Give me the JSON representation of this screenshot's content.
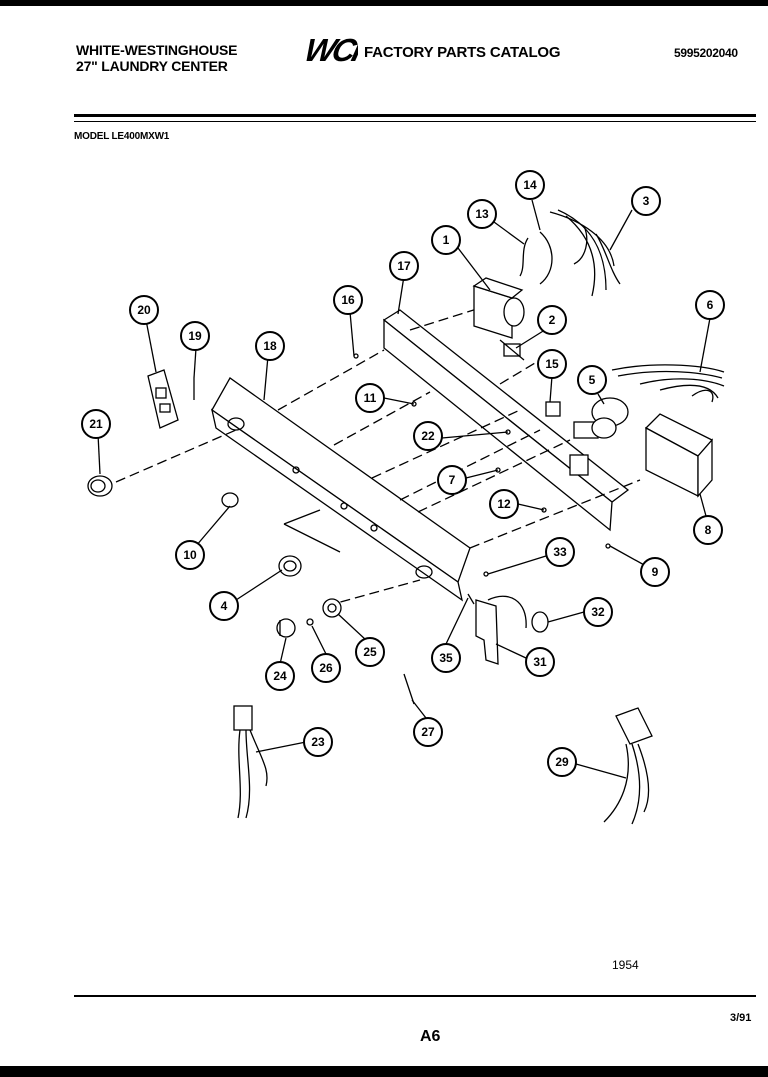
{
  "header": {
    "brand_line1": "WHITE-WESTINGHOUSE",
    "brand_line2": "27\" LAUNDRY CENTER",
    "logo_text": "WCI",
    "catalog_title": "FACTORY PARTS CATALOG",
    "catalog_number": "5995202040"
  },
  "model_label": "MODEL LE400MXW1",
  "callouts": [
    {
      "label": "1"
    },
    {
      "label": "2"
    },
    {
      "label": "3"
    },
    {
      "label": "4"
    },
    {
      "label": "5"
    },
    {
      "label": "6"
    },
    {
      "label": "7"
    },
    {
      "label": "8"
    },
    {
      "label": "9"
    },
    {
      "label": "10"
    },
    {
      "label": "11"
    },
    {
      "label": "12"
    },
    {
      "label": "13"
    },
    {
      "label": "14"
    },
    {
      "label": "15"
    },
    {
      "label": "16"
    },
    {
      "label": "17"
    },
    {
      "label": "18"
    },
    {
      "label": "19"
    },
    {
      "label": "20"
    },
    {
      "label": "21"
    },
    {
      "label": "22"
    },
    {
      "label": "23"
    },
    {
      "label": "24"
    },
    {
      "label": "25"
    },
    {
      "label": "26"
    },
    {
      "label": "27"
    },
    {
      "label": "29"
    },
    {
      "label": "31"
    },
    {
      "label": "32"
    },
    {
      "label": "33"
    },
    {
      "label": "35"
    }
  ],
  "footer": {
    "figure_number": "1954",
    "date": "3/91",
    "page": "A6"
  }
}
